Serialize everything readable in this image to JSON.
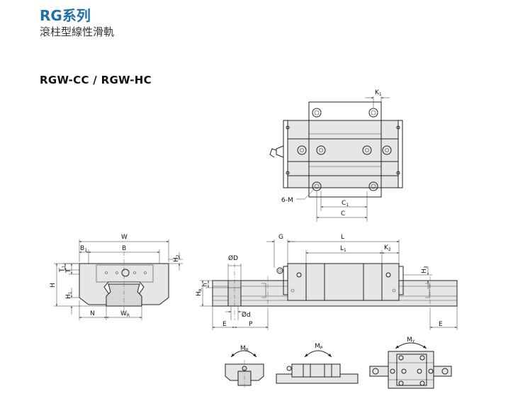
{
  "header": {
    "series": "RG系列",
    "subtitle": "滾柱型線性滑軌",
    "model": "RGW-CC / RGW-HC"
  },
  "top_view": {
    "k1": "K",
    "k1_sub": "1",
    "m6": "6-M",
    "c1": "C",
    "c1_sub": "1",
    "c": "C"
  },
  "end_view": {
    "w": "W",
    "b1": "B",
    "b1_sub": "1",
    "b": "B",
    "h2": "H",
    "h2_sub": "2",
    "t1": "T",
    "t1_sub": "1",
    "t": "T",
    "h": "H",
    "h1": "H",
    "h1_sub": "1",
    "n": "N",
    "wr": "W",
    "wr_sub": "R"
  },
  "side_view": {
    "g": "G",
    "l": "L",
    "l1": "L",
    "l1_sub": "1",
    "k2": "K",
    "k2_sub": "2",
    "h3": "H",
    "h3_sub": "3",
    "od": "ØD",
    "hr": "H",
    "hr_sub": "R",
    "h": "h",
    "d": "Ød",
    "e_left": "E",
    "p": "P",
    "e_right": "E"
  },
  "moments": {
    "mr": "M",
    "mr_sub": "R",
    "mp": "M",
    "mp_sub": "P",
    "my": "M",
    "my_sub": "Y"
  }
}
